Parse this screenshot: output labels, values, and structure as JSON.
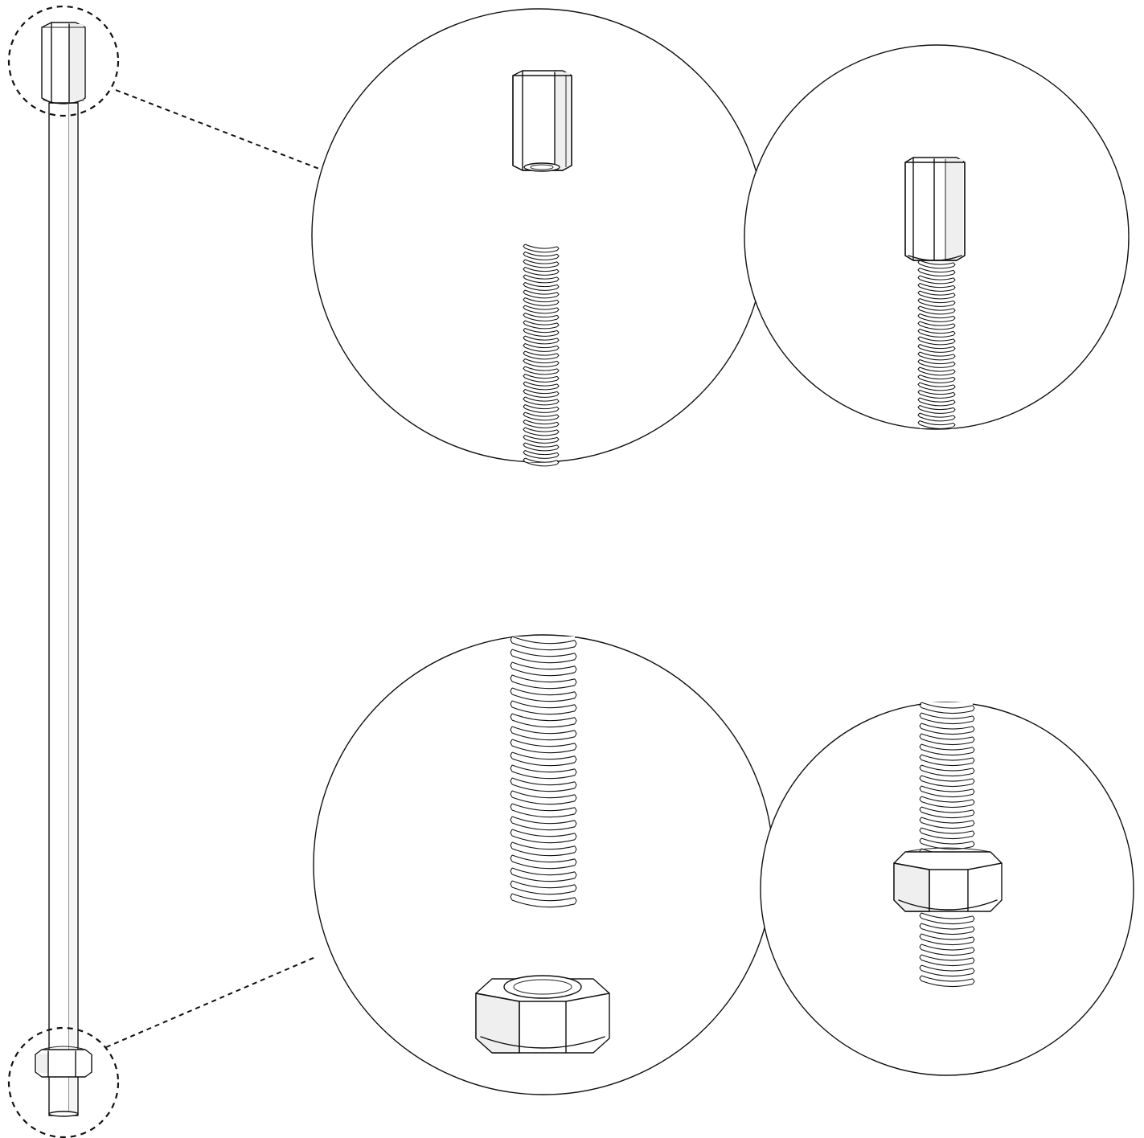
{
  "diagram": {
    "kind": "assembly-detail-illustration",
    "text_labels": [],
    "colors": {
      "stroke": "#111111",
      "background": "#ffffff",
      "shade": "#efefef"
    },
    "parts": [
      "threaded-rod",
      "coupling-nut",
      "hex-nut"
    ],
    "details": [
      {
        "id": "top-detail",
        "steps": [
          "coupling-nut-separated",
          "coupling-nut-installed"
        ]
      },
      {
        "id": "bottom-detail",
        "steps": [
          "hex-nut-separated",
          "hex-nut-installed"
        ]
      }
    ]
  }
}
